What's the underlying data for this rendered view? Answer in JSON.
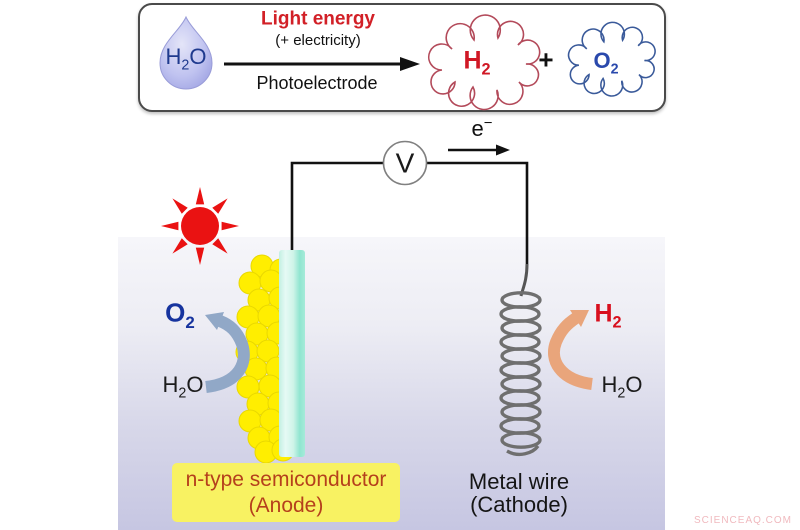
{
  "banner": {
    "reactant": {
      "pre": "H",
      "sub": "2",
      "post": "O"
    },
    "light_energy": "Light energy",
    "electricity": "(+ electricity)",
    "catalyst": "Photoelectrode",
    "product_h2": {
      "pre": "H",
      "sub": "2",
      "post": ""
    },
    "plus": "+",
    "product_o2": {
      "pre": "O",
      "sub": "2",
      "post": ""
    }
  },
  "circuit": {
    "voltmeter": "V",
    "electron": {
      "pre": "e",
      "sup": "−"
    }
  },
  "anode": {
    "gas": {
      "pre": "O",
      "sub": "2",
      "post": ""
    },
    "water": {
      "pre": "H",
      "sub": "2",
      "post": "O"
    },
    "label_line1": "n-type semiconductor",
    "label_line2": "(Anode)"
  },
  "cathode": {
    "gas": {
      "pre": "H",
      "sub": "2",
      "post": ""
    },
    "water": {
      "pre": "H",
      "sub": "2",
      "post": "O"
    },
    "label_line1": "Metal wire",
    "label_line2": "(Cathode)"
  },
  "watermark": "SCIENCEAQ.COM",
  "colors": {
    "light_energy_red": "#d22027",
    "h2_red": "#d01825",
    "o2_blue": "#16339e",
    "cloud_h2_outline": "#b34a5a",
    "cloud_o2_outline": "#3a5a9a",
    "sun_red": "#ea1212",
    "particle_yellow": "#ffee00",
    "electrode_teal": "#8fe4cf",
    "o2_arrow_blue": "#91a8c7",
    "h2_arrow_orange": "#e9a57b",
    "anode_label_bg": "#f8f262",
    "anode_label_text": "#b5401c",
    "solution_lavender": "#c6c6e2"
  }
}
